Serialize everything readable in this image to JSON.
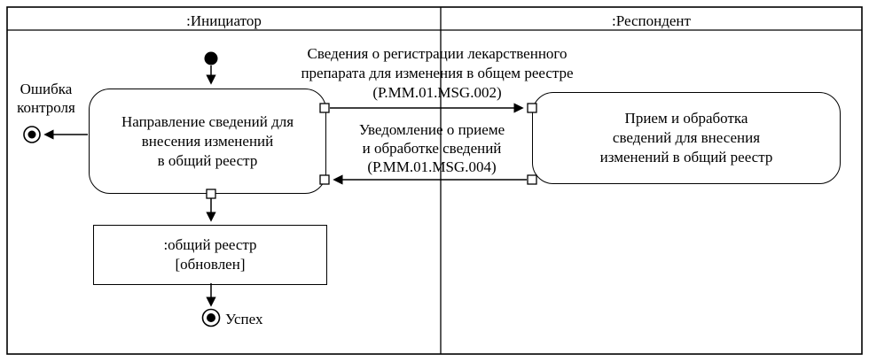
{
  "lanes": {
    "initiator": ":Инициатор",
    "respondent": ":Респондент"
  },
  "activities": {
    "initiator": "Направление сведений для\nвнесения изменений\nв общий реестр",
    "respondent": "Прием и обработка\nсведений для внесения\nизменений в общий реестр"
  },
  "object_node": ":общий реестр\n[обновлен]",
  "labels": {
    "error": "Ошибка\nконтроля",
    "success": "Успех"
  },
  "messages": {
    "request": "Сведения о регистрации лекарственного\nпрепарата для изменения в общем реестре\n(Р.ММ.01.MSG.002)",
    "response": "Уведомление о приеме\nи обработке сведений\n(Р.ММ.01.MSG.004)"
  },
  "colors": {
    "line": "#000000",
    "background": "#ffffff"
  }
}
